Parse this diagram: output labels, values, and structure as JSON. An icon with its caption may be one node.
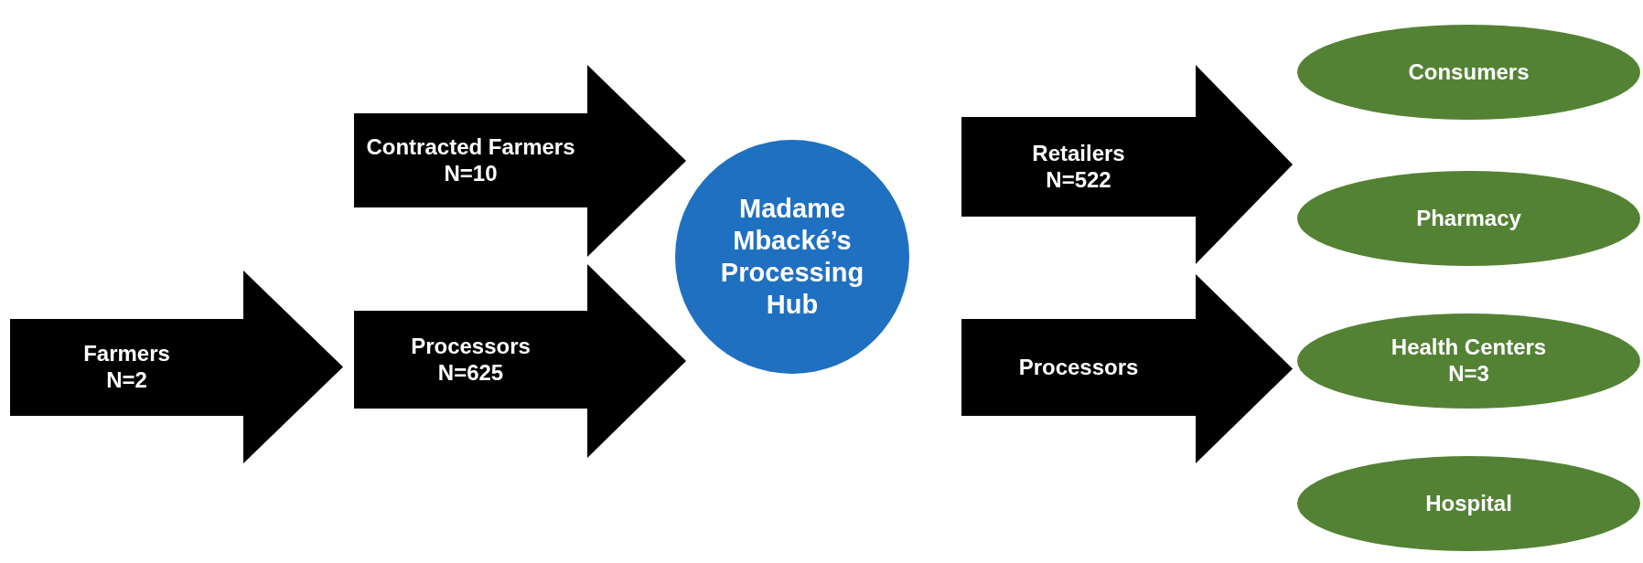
{
  "diagram": {
    "nodes": [
      {
        "text": [
          "Farmers",
          "N=2"
        ]
      },
      {
        "text": [
          "Contracted Farmers",
          "N=10"
        ]
      },
      {
        "text": [
          "Processors",
          "N=625"
        ]
      },
      {
        "text": [
          "Madame Mbacké’s Processing Hub"
        ]
      },
      {
        "text": [
          "Retailers",
          "N=522"
        ]
      },
      {
        "text": [
          "Processors"
        ]
      },
      {
        "text": [
          "Consumers"
        ]
      },
      {
        "text": [
          "Pharmacy"
        ]
      },
      {
        "text": [
          "Health Centers",
          "N=3"
        ]
      },
      {
        "text": [
          "Hospital"
        ]
      }
    ]
  }
}
